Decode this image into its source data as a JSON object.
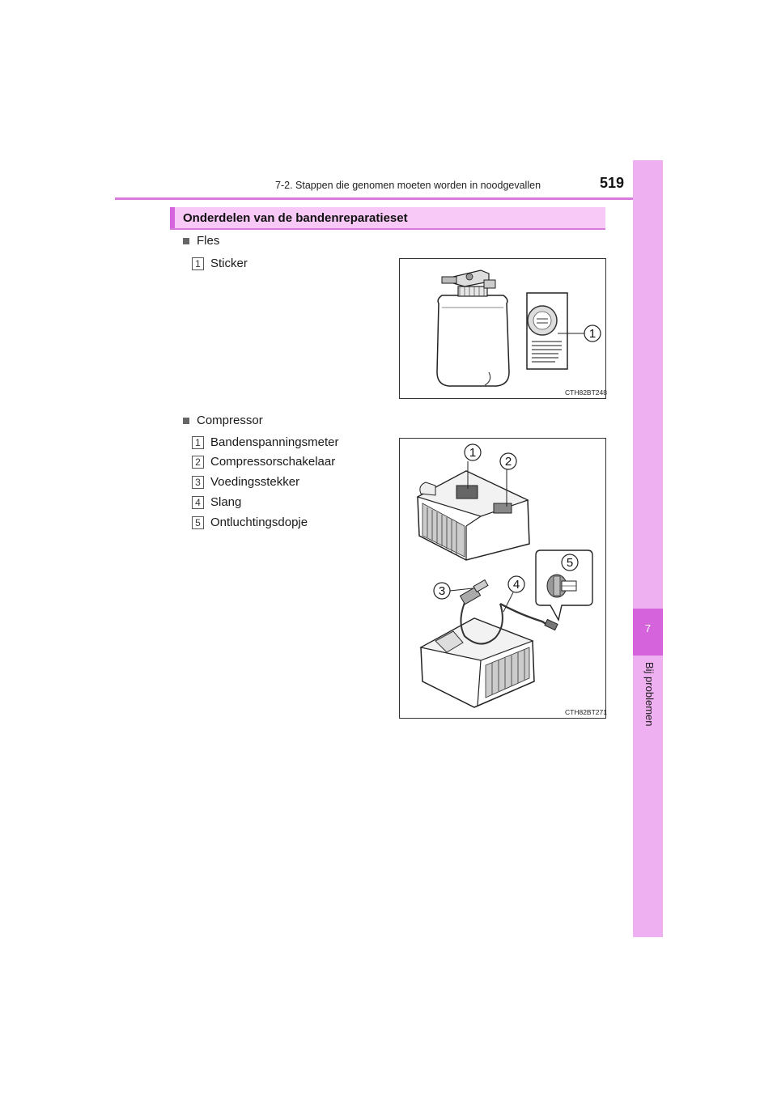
{
  "header": {
    "title": "7-2. Stappen die genomen moeten worden in noodgevallen",
    "page_number": "519"
  },
  "side_tab": {
    "chapter_number": "7",
    "chapter_label": "Bij problemen"
  },
  "section": {
    "title": "Onderdelen van de bandenreparatieset"
  },
  "fles": {
    "heading": "Fles",
    "items": [
      {
        "num": "1",
        "label": "Sticker"
      }
    ],
    "figure_code": "CTH82BT248",
    "callouts": [
      "1"
    ]
  },
  "compressor": {
    "heading": "Compressor",
    "items": [
      {
        "num": "1",
        "label": "Bandenspanningsmeter"
      },
      {
        "num": "2",
        "label": "Compressorschakelaar"
      },
      {
        "num": "3",
        "label": "Voedingsstekker"
      },
      {
        "num": "4",
        "label": "Slang"
      },
      {
        "num": "5",
        "label": "Ontluchtingsdopje"
      }
    ],
    "figure_code": "CTH82BT271",
    "callouts": [
      "1",
      "2",
      "3",
      "4",
      "5"
    ]
  },
  "colors": {
    "tab_light": "#eeb0f0",
    "tab_active": "#d564dc",
    "section_bg": "#f8c8f6",
    "rule": "#d77adc"
  }
}
